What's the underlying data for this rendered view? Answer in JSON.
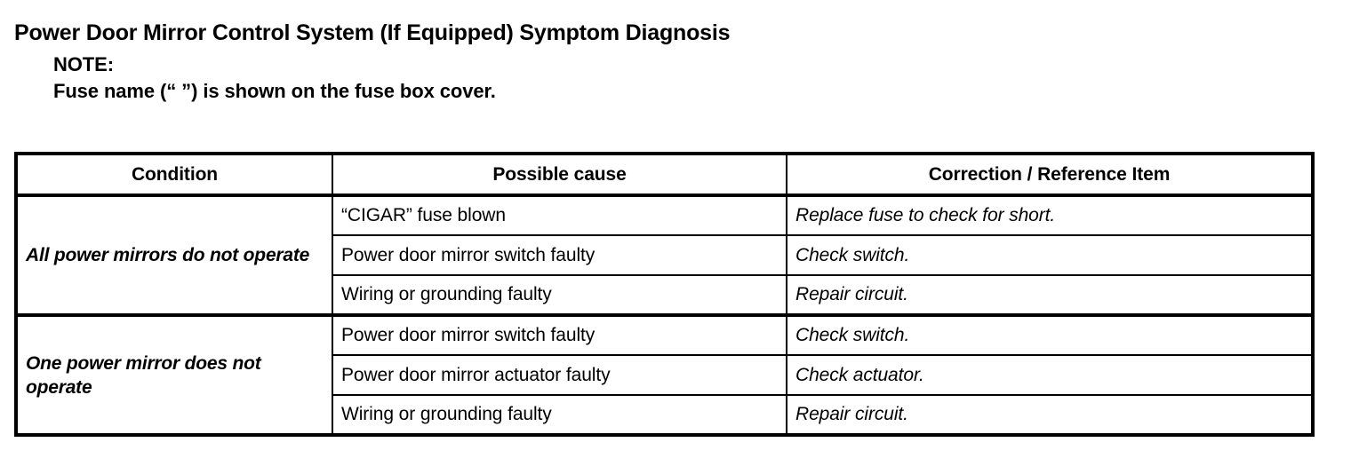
{
  "document": {
    "title": "Power Door Mirror Control System (If Equipped) Symptom Diagnosis",
    "note": {
      "label": "NOTE:",
      "text": "Fuse name (“ ”) is shown on the fuse box cover."
    }
  },
  "table": {
    "headers": {
      "condition": "Condition",
      "possible_cause": "Possible cause",
      "correction": "Correction / Reference Item"
    },
    "groups": [
      {
        "condition": "All power mirrors do not operate",
        "rows": [
          {
            "possible_cause": "“CIGAR” fuse blown",
            "correction": "Replace fuse to check for short."
          },
          {
            "possible_cause": "Power door mirror switch faulty",
            "correction": "Check switch."
          },
          {
            "possible_cause": "Wiring or grounding faulty",
            "correction": "Repair circuit."
          }
        ]
      },
      {
        "condition": "One power mirror does not operate",
        "rows": [
          {
            "possible_cause": "Power door mirror switch faulty",
            "correction": "Check switch."
          },
          {
            "possible_cause": "Power door mirror actuator faulty",
            "correction": "Check actuator."
          },
          {
            "possible_cause": "Wiring or grounding faulty",
            "correction": "Repair circuit."
          }
        ]
      }
    ]
  },
  "colors": {
    "text": "#000000",
    "background": "#ffffff",
    "border": "#000000"
  }
}
